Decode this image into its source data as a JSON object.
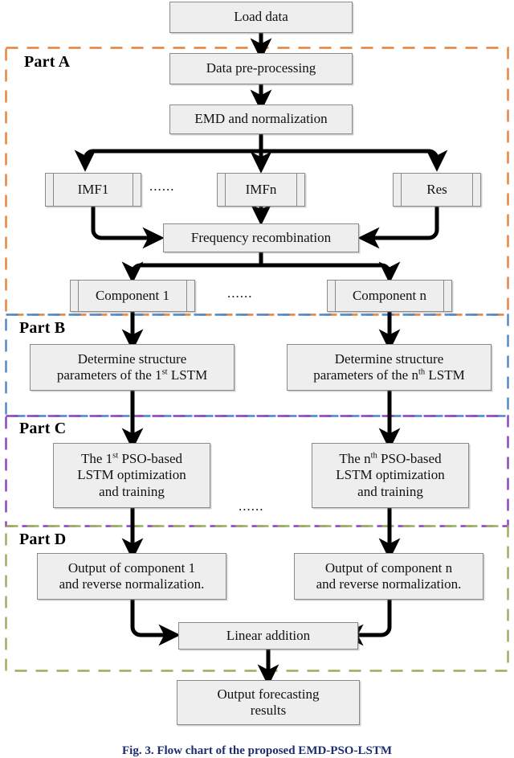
{
  "figure": {
    "caption": "Fig. 3.   Flow chart of the proposed EMD-PSO-LSTM",
    "colors": {
      "part_a_border": "#E8803A",
      "part_b_border": "#4A86C8",
      "part_c_border": "#8C3FBF",
      "part_d_border": "#9AAD5C",
      "node_fill": "#EEEEEE",
      "node_stroke": "#8A8A8A",
      "arrow": "#000000"
    }
  },
  "parts": [
    {
      "id": "part-a",
      "label": "Part A",
      "border_color": "#E8803A"
    },
    {
      "id": "part-b",
      "label": "Part B",
      "border_color": "#4A86C8"
    },
    {
      "id": "part-c",
      "label": "Part C",
      "border_color": "#8C3FBF"
    },
    {
      "id": "part-d",
      "label": "Part D",
      "border_color": "#9AAD5C"
    }
  ],
  "nodes": {
    "load_data": "Load data",
    "data_pre": "Data pre-processing",
    "emd_norm": "EMD and normalization",
    "imf1": "IMF1",
    "imfn": "IMFn",
    "res": "Res",
    "freq_recomb": "Frequency recombination",
    "component_1": "Component 1",
    "component_n": "Component n",
    "det_struct_1_line1": "Determine structure",
    "det_struct_1_line2_a": "parameters of the 1",
    "det_struct_1_sup": "st",
    "det_struct_1_line2_b": " LSTM",
    "det_struct_n_line1": "Determine structure",
    "det_struct_n_line2_a": "parameters of the n",
    "det_struct_n_sup": "th",
    "det_struct_n_line2_b": " LSTM",
    "pso_1_line1_a": "The 1",
    "pso_1_sup": "st",
    "pso_1_line1_b": " PSO-based",
    "pso_1_line2": "LSTM optimization",
    "pso_1_line3": "and training",
    "pso_n_line1_a": "The n",
    "pso_n_sup": "th",
    "pso_n_line1_b": " PSO-based",
    "pso_n_line2": "LSTM optimization",
    "pso_n_line3": "and training",
    "out_1_line1": "Output of component 1",
    "out_1_line2": "and reverse normalization.",
    "out_n_line1": "Output of component n",
    "out_n_line2": "and reverse normalization.",
    "linear_addition": "Linear addition",
    "out_forecast_line1": "Output forecasting",
    "out_forecast_line2": "results"
  },
  "ellipses": {
    "imf_row": "......",
    "component_row": "......",
    "pso_row": "......"
  }
}
